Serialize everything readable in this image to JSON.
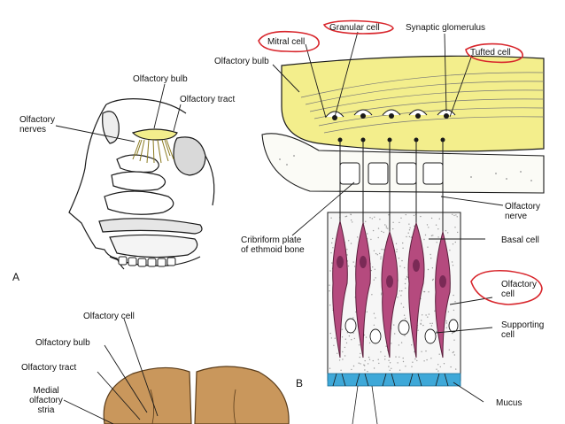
{
  "labels": {
    "granular_cell": "Granular cell",
    "synaptic_glomerulus": "Synaptic glomerulus",
    "mitral_cell": "Mitral cell",
    "tufted_cell": "Tufted cell",
    "olfactory_bulb_b": "Olfactory bulb",
    "olfactory_bulb_a": "Olfactory bulb",
    "olfactory_tract_a": "Olfactory tract",
    "olfactory_nerves": "Olfactory\nnerves",
    "cribriform_plate": "Cribriform plate\nof ethmoid bone",
    "olfactory_nerve": "Olfactory\nnerve",
    "basal_cell": "Basal cell",
    "olfactory_cell_b": "Olfactory\ncell",
    "supporting_cell": "Supporting\ncell",
    "mucus": "Mucus",
    "panel_a": "A",
    "panel_b": "B",
    "olfactory_cell_c": "Olfactory cell",
    "olfactory_bulb_c": "Olfactory bulb",
    "olfactory_tract_c": "Olfactory tract",
    "medial_stria": "Medial\nolfactory\nstria"
  },
  "colors": {
    "bulb_fill": "#f3ee8c",
    "epithelium_dots": "#9a9a9a",
    "receptor_cell": "#b54a7e",
    "mucus": "#3ea8d8",
    "brain": "#c9975c",
    "annotation_circle": "#d8262c",
    "line": "#1a1a1a"
  }
}
